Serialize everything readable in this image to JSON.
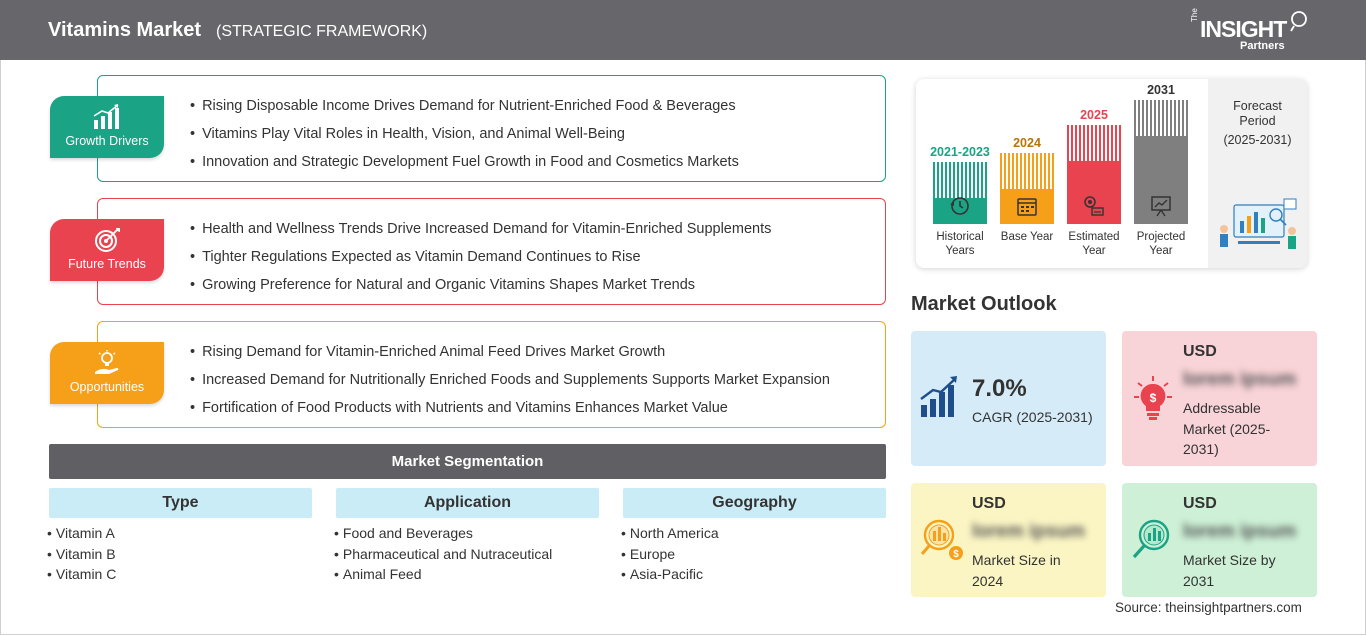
{
  "header": {
    "title": "Vitamins Market",
    "subtitle": "(STRATEGIC FRAMEWORK)",
    "logo": {
      "the": "The",
      "insight": "INSIGHT",
      "partners": "Partners"
    }
  },
  "framework": {
    "growth_drivers": {
      "label": "Growth Drivers",
      "icon": "growth-chart-icon",
      "color": "#1aa385",
      "items": [
        "Rising Disposable Income Drives Demand for Nutrient-Enriched Food & Beverages",
        "Vitamins Play Vital Roles in Health, Vision, and Animal Well-Being",
        "Innovation and Strategic Development Fuel Growth in Food and Cosmetics Markets"
      ]
    },
    "future_trends": {
      "label": "Future Trends",
      "icon": "target-icon",
      "color": "#e8434f",
      "items": [
        "Health and Wellness Trends Drive Increased Demand for Vitamin-Enriched Supplements",
        "Tighter Regulations Expected as Vitamin Demand Continues to Rise",
        "Growing Preference for Natural and Organic Vitamins Shapes Market Trends"
      ]
    },
    "opportunities": {
      "label": "Opportunities",
      "icon": "idea-hand-icon",
      "color": "#f6a01a",
      "items": [
        "Rising Demand for Vitamin-Enriched Animal Feed Drives Market Growth",
        "Increased Demand for Nutritionally Enriched Foods and Supplements Supports Market Expansion",
        "Fortification of Food Products with Nutrients and Vitamins Enhances Market Value"
      ]
    }
  },
  "segmentation": {
    "title": "Market Segmentation",
    "columns": [
      {
        "heading": "Type",
        "items": [
          "Vitamin A",
          "Vitamin B",
          "Vitamin C"
        ]
      },
      {
        "heading": "Application",
        "items": [
          "Food and Beverages",
          "Pharmaceutical and Nutraceutical",
          "Animal Feed"
        ]
      },
      {
        "heading": "Geography",
        "items": [
          "North America",
          "Europe",
          "Asia-Pacific"
        ]
      }
    ]
  },
  "timeline": {
    "periods": [
      {
        "year": "2021-2023",
        "label": "Historical Years",
        "color": "#1aa385",
        "icon": "history-icon",
        "relative_height": 0.5
      },
      {
        "year": "2024",
        "label": "Base Year",
        "color": "#f6a01a",
        "icon": "calendar-icon",
        "relative_height": 0.57
      },
      {
        "year": "2025",
        "label": "Estimated Year",
        "color": "#e8434f",
        "icon": "estimate-icon",
        "relative_height": 0.8
      },
      {
        "year": "2031",
        "label": "Projected Year",
        "color": "#7f7f7f",
        "icon": "projection-icon",
        "relative_height": 1.0
      }
    ],
    "forecast": {
      "title": "Forecast Period",
      "range": "(2025-2031)",
      "icon": "analytics-people-icon"
    }
  },
  "outlook": {
    "title": "Market Outlook",
    "cagr": {
      "value": "7.0%",
      "label": "CAGR (2025-2031)",
      "icon": "growth-chart-icon",
      "bg": "#d5ecf8"
    },
    "addressable": {
      "currency": "USD",
      "value": "lorem ipsum",
      "label": "Addressable Market (2025-2031)",
      "icon": "money-bulb-icon",
      "bg": "#f8d3d7"
    },
    "size_2024": {
      "currency": "USD",
      "value": "lorem ipsum",
      "label": "Market Size in 2024",
      "icon": "money-magnifier-icon",
      "bg": "#fbf5c4"
    },
    "size_2031": {
      "currency": "USD",
      "value": "lorem ipsum",
      "label": "Market Size by 2031",
      "icon": "chart-magnifier-icon",
      "bg": "#cdf0d6"
    }
  },
  "source": "Source: theinsightpartners.com"
}
